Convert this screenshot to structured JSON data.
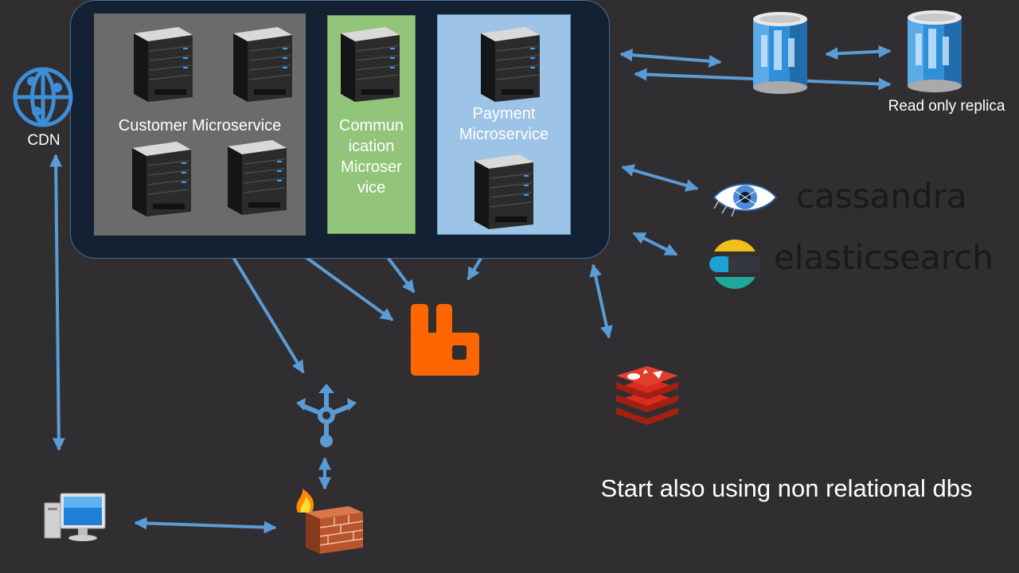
{
  "nodes": {
    "cdn": "CDN",
    "customer": "Customer Microservice",
    "communication": [
      "Commun",
      "ication",
      "Microser",
      "vice"
    ],
    "payment": [
      "Payment",
      "Microservice"
    ],
    "replica": "Read only replica"
  },
  "brands": {
    "cassandra": "cassandra",
    "elasticsearch": "elasticsearch"
  },
  "caption": "Start also using non relational dbs",
  "colors": {
    "background": "#302e30",
    "arrow": "#5b9bd5",
    "customer_panel": "#6b6b6b",
    "communication_panel": "#92c47a",
    "payment_panel": "#9dc3e6",
    "cluster": "#142133",
    "rabbitmq": "#ff6600",
    "redis": "#d82c20"
  }
}
